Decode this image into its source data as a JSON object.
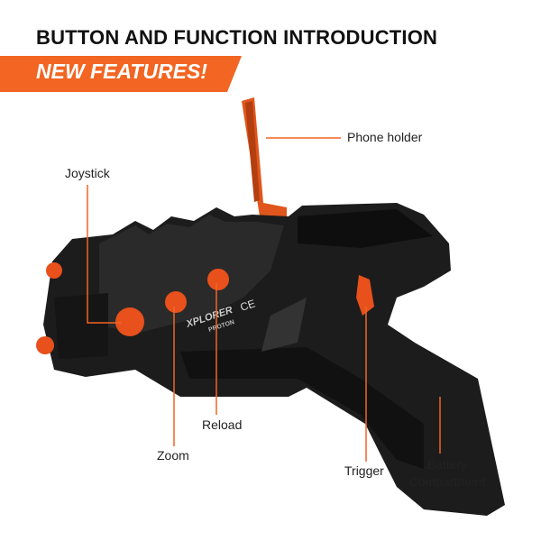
{
  "header": {
    "title": "BUTTON AND FUNCTION INTRODUCTION",
    "banner": "NEW FEATURES!"
  },
  "product": {
    "logo": "XPLORER",
    "model": "PROTON",
    "mark": "CE"
  },
  "callouts": {
    "phone_holder": "Phone holder",
    "joystick": "Joystick",
    "zoom": "Zoom",
    "reload": "Reload",
    "trigger": "Trigger",
    "battery_line1": "Battery",
    "battery_line2": "Compartment"
  },
  "colors": {
    "accent": "#f26522",
    "body": "#1a1a1a"
  }
}
